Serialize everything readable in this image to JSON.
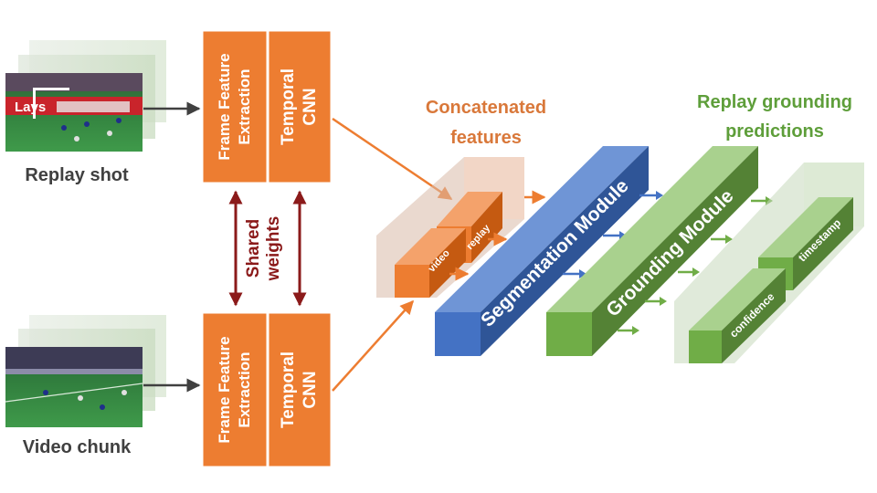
{
  "inputs": {
    "replay_label": "Replay shot",
    "video_label": "Video chunk",
    "ad_board_text": "Lays"
  },
  "extractor": {
    "frame_label_line1": "Frame Feature",
    "frame_label_line2": "Extraction",
    "temporal_label_line1": "Temporal",
    "temporal_label_line2": "CNN",
    "shared_line1": "Shared",
    "shared_line2": "weights"
  },
  "concat": {
    "title_line1": "Concatenated",
    "title_line2": "features",
    "video_label": "video",
    "replay_label": "replay"
  },
  "modules": {
    "segmentation": "Segmentation Module",
    "grounding": "Grounding Module"
  },
  "outputs": {
    "title_line1": "Replay grounding",
    "title_line2": "predictions",
    "confidence_label": "confidence",
    "timestamp_label": "timestamp"
  },
  "colors": {
    "orange": "#ED7D31",
    "orange_title": "#D9783A",
    "blue": "#4472C4",
    "green": "#70AD47",
    "green_title": "#5E9E3A",
    "dark_red": "#8B1A1A",
    "gray_text": "#404040"
  }
}
